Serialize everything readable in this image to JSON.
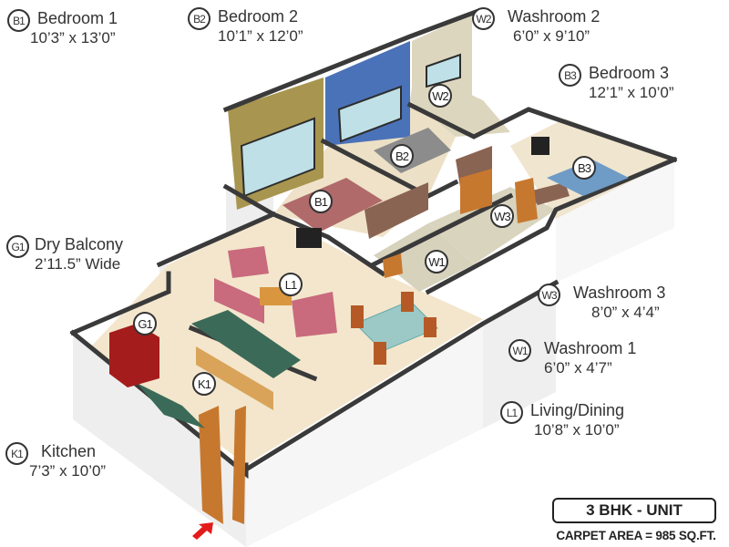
{
  "plan": {
    "type": "3D isometric apartment floor plan",
    "unit_label": "3 BHK - UNIT",
    "carpet_area": "CARPET AREA = 985 SQ.FT.",
    "entry_marker": "red-entry-arrow"
  },
  "rooms": {
    "B1": {
      "code": "B1",
      "name": "Bedroom 1",
      "dims": "10’3” x 13’0”"
    },
    "B2": {
      "code": "B2",
      "name": "Bedroom 2",
      "dims": "10’1” x 12’0”"
    },
    "B3": {
      "code": "B3",
      "name": "Bedroom 3",
      "dims": "12’1” x 10’0”"
    },
    "W1": {
      "code": "W1",
      "name": "Washroom 1",
      "dims": "6’0” x 4’7”"
    },
    "W2": {
      "code": "W2",
      "name": "Washroom 2",
      "dims": "6’0” x 9’10”"
    },
    "W3": {
      "code": "W3",
      "name": "Washroom 3",
      "dims": "8’0” x 4’4”"
    },
    "G1": {
      "code": "G1",
      "name": "Dry Balcony",
      "dims": "2’11.5” Wide"
    },
    "L1": {
      "code": "L1",
      "name": "Living/Dining",
      "dims": "10’8” x 10’0”"
    },
    "K1": {
      "code": "K1",
      "name": "Kitchen",
      "dims": "7’3” x 10’0”"
    }
  },
  "colors": {
    "wall_top": "#3a3a3a",
    "wall_face": "#f4f4f4",
    "floor": "#f3e6cc",
    "bedroom1_accent_wall": "#a8954f",
    "bedroom2_accent_wall": "#4a72b8",
    "washroom_tile": "#ddd6bf",
    "wood": "#c7782f",
    "partition_brown": "#8a6452",
    "entry_arrow": "#e31b1b"
  }
}
